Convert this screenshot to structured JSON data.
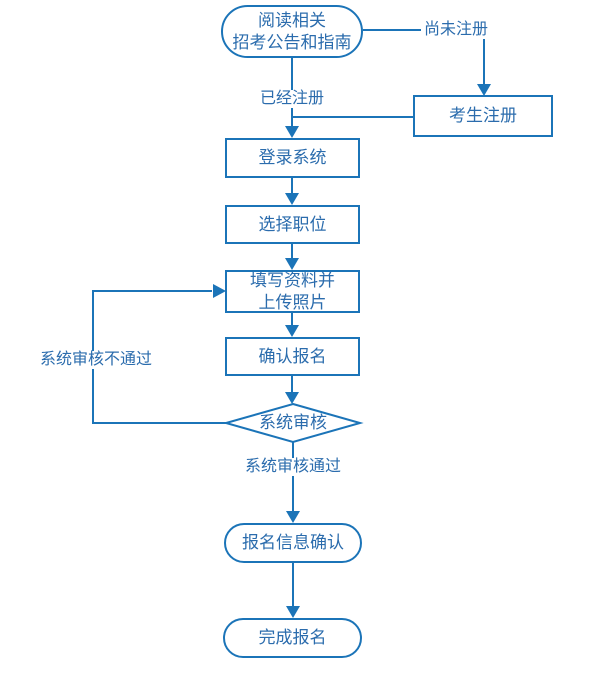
{
  "colors": {
    "line": "#1b74b8",
    "node_text": "#2b6cad",
    "node_fill": "#ffffff",
    "background": "#ffffff"
  },
  "nodes": {
    "read_notice": {
      "line1": "阅读相关",
      "line2": "招考公告和指南",
      "shape": "stadium"
    },
    "candidate_register": {
      "label": "考生注册",
      "shape": "rect"
    },
    "login_system": {
      "label": "登录系统",
      "shape": "rect"
    },
    "select_position": {
      "label": "选择职位",
      "shape": "rect"
    },
    "fill_info": {
      "line1": "填写资料并",
      "line2": "上传照片",
      "shape": "rect"
    },
    "confirm_apply": {
      "label": "确认报名",
      "shape": "rect"
    },
    "system_review": {
      "label": "系统审核",
      "shape": "diamond"
    },
    "apply_info_confirm": {
      "label": "报名信息确认",
      "shape": "stadium"
    },
    "complete_apply": {
      "label": "完成报名",
      "shape": "stadium"
    }
  },
  "edge_labels": {
    "not_registered": "尚未注册",
    "registered": "已经注册",
    "review_failed": "系统审核不通过",
    "review_passed": "系统审核通过"
  }
}
